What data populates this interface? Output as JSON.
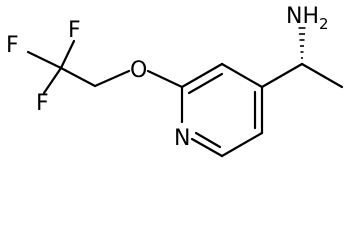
{
  "molecule": {
    "atoms": {
      "f_top": "F",
      "f_left": "F",
      "f_bottom": "F",
      "oxygen": "O",
      "nitrogen": "N",
      "amine": "NH2"
    },
    "stereo_center": "wedge-hashed",
    "colors": {
      "bond": "#000000",
      "label": "#000000",
      "background": "#ffffff"
    }
  }
}
